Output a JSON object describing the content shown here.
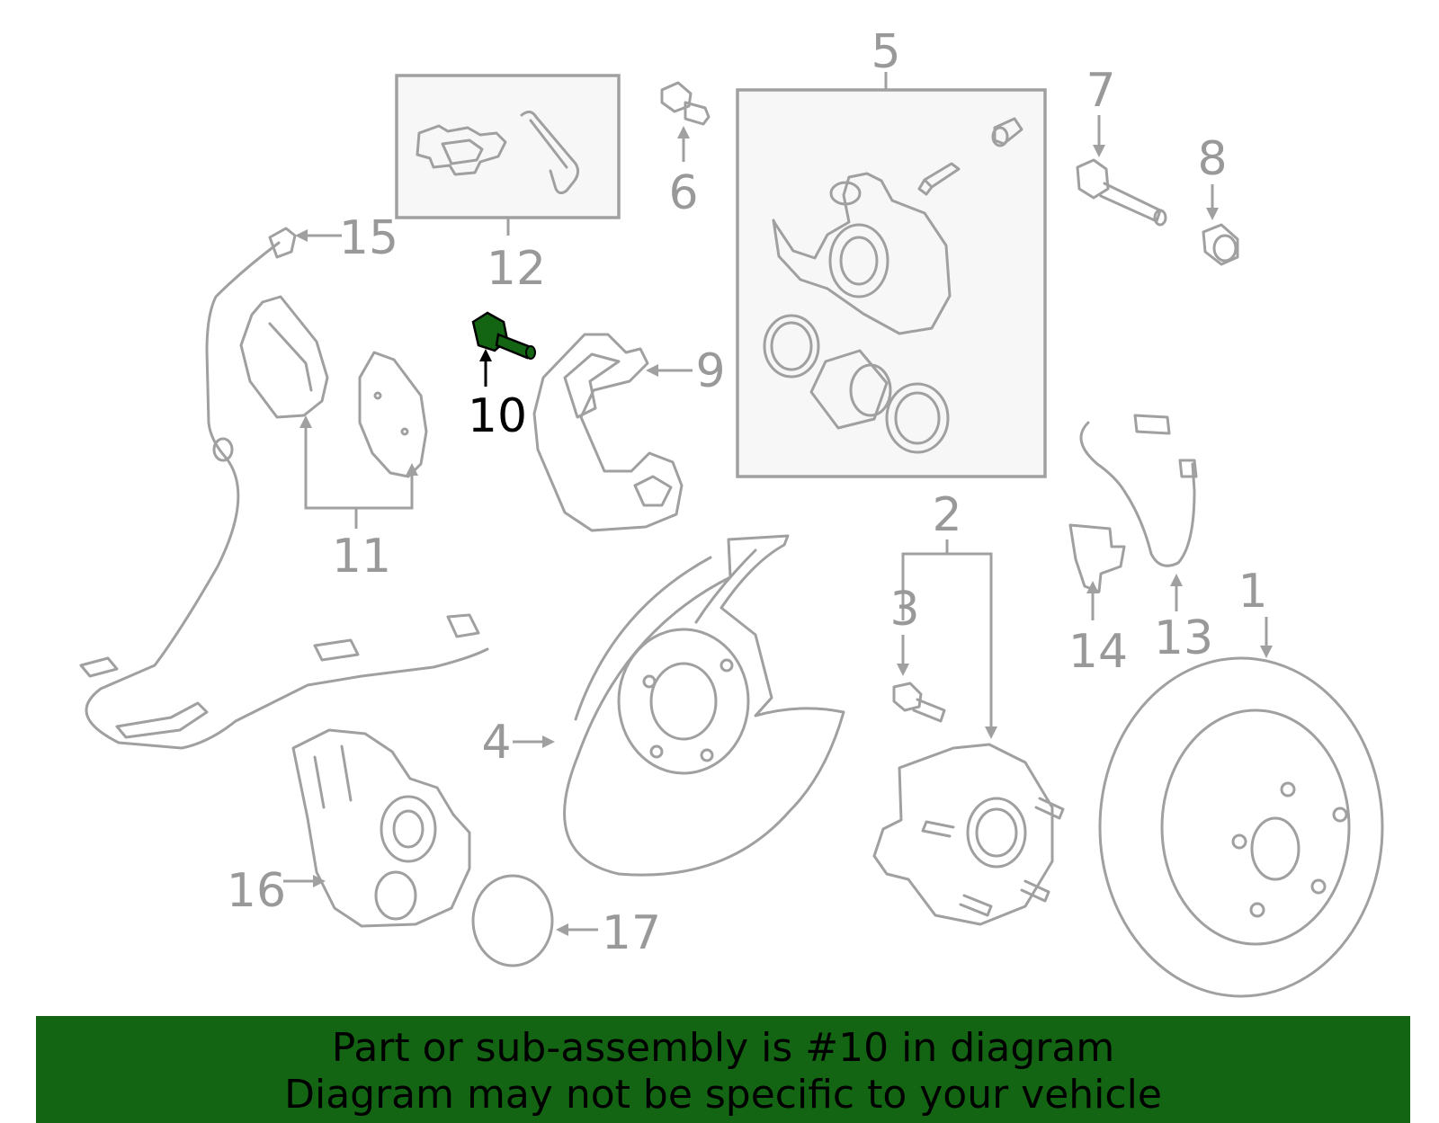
{
  "diagram": {
    "highlight_color": "#136413",
    "line_color": "#a0a0a0",
    "highlighted_part": "10",
    "callouts": [
      "1",
      "2",
      "3",
      "4",
      "5",
      "6",
      "7",
      "8",
      "9",
      "10",
      "11",
      "12",
      "13",
      "14",
      "15",
      "16",
      "17"
    ]
  },
  "banner": {
    "background": "#136413",
    "line1": "Part or sub-assembly is #10 in diagram",
    "line2": "Diagram may not be specific to your vehicle"
  }
}
